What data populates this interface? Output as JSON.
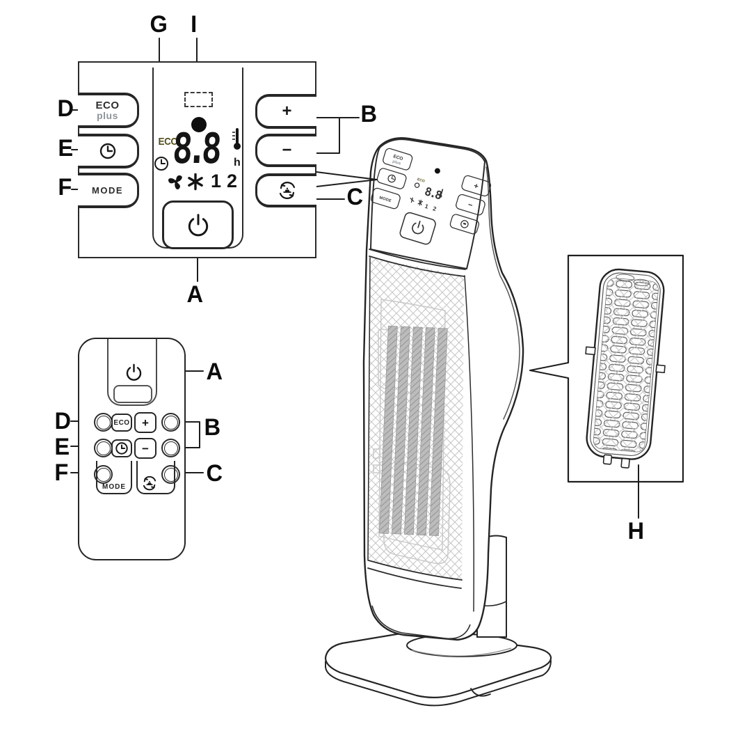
{
  "figure_labels": {
    "a": "A",
    "b": "B",
    "c": "C",
    "d": "D",
    "e": "E",
    "f": "F",
    "g": "G",
    "h": "H",
    "i": "I"
  },
  "panel": {
    "eco_plus": {
      "top": "ECO",
      "bottom": "plus"
    },
    "mode": "MODE",
    "plus": "+",
    "minus": "−",
    "display": {
      "eco": "ECO",
      "value": "8.8",
      "hour_unit": "h",
      "level_1": "1",
      "level_2": "2"
    }
  },
  "remote": {
    "eco": "ECO",
    "plus": "+",
    "minus": "−",
    "mode": "MODE"
  },
  "colors": {
    "ink": "#1c1c1c",
    "eco_display_text": "#55511c",
    "plus_gray_text": "#8d949a",
    "light_line": "#c8c8c8"
  }
}
